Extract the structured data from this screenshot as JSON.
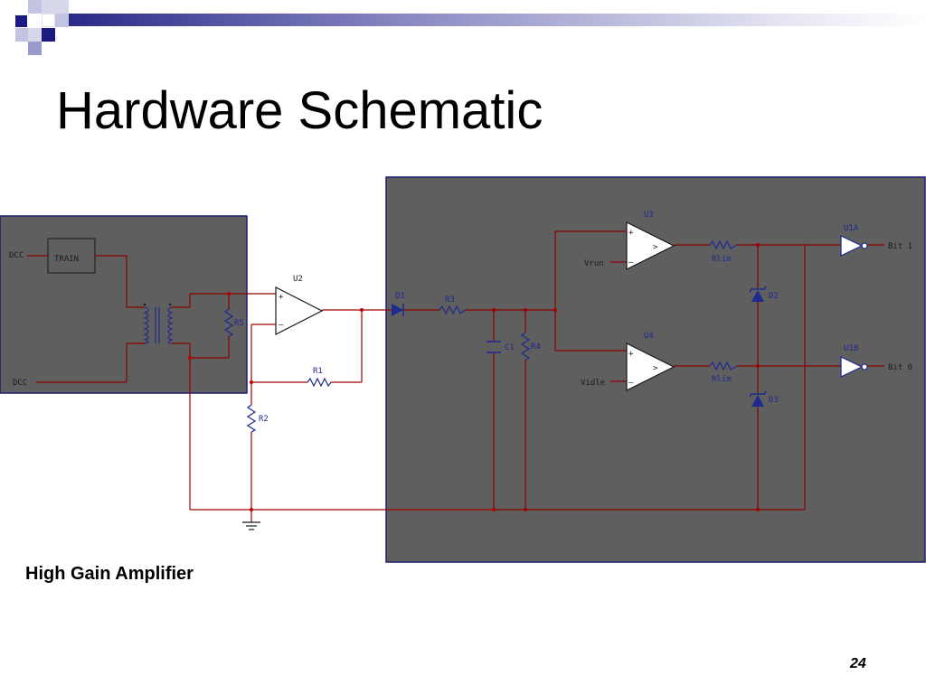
{
  "slide": {
    "title": "Hardware Schematic",
    "caption": "High Gain Amplifier",
    "page_number": "24"
  },
  "colors": {
    "accent_dark": "#1a1a80",
    "accent_light": "#9999cc",
    "panel_fill": "#5f5f5f",
    "panel_border": "#1f1f6e",
    "wire_red": "#a00000",
    "component_blue": "#1f2a8f"
  },
  "schematic": {
    "left_block": {
      "input_top": "DCC",
      "input_bottom": "DCC",
      "box": "TRAIN",
      "resistor": "R5"
    },
    "amplifier": {
      "opamp": "U2",
      "feedback_resistor": "R1",
      "ground_resistor": "R2"
    },
    "right_block": {
      "diode_in": "D1",
      "series_resistor": "R3",
      "capacitor": "C1",
      "shunt_resistor": "R4",
      "comparator_top": "U3",
      "comparator_bottom": "U4",
      "ref_top": "Vrun",
      "ref_bottom": "Vidle",
      "limit_top": "Rlim",
      "limit_bottom": "Rlim",
      "zener_top": "D2",
      "zener_bottom": "D3",
      "inverter_top": "U1A",
      "inverter_bottom": "U1B",
      "output_top": "Bit 1",
      "output_bottom": "Bit 0"
    }
  }
}
